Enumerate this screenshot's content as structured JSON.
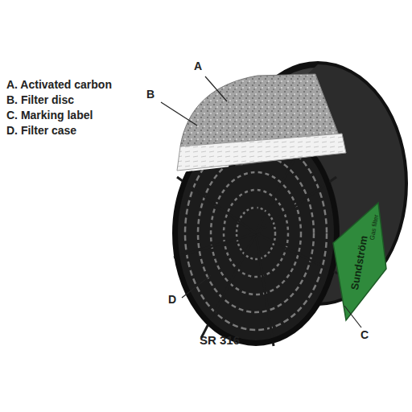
{
  "diagram": {
    "labels": [
      "A. Activated carbon",
      "B. Filter disc",
      "C. Marking label",
      "D. Filter case",
      "A",
      "B",
      "C",
      "D",
      "Sundström",
      "Gas filter",
      "SR 316"
    ]
  }
}
